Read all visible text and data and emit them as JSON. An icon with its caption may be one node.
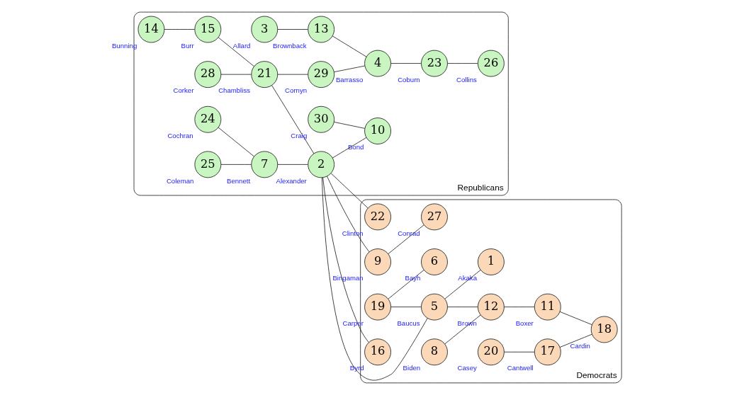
{
  "diagram": {
    "nodes": [
      {
        "text": [
          "Republicans"
        ]
      },
      {
        "text": [
          "Democrats"
        ]
      },
      {
        "text": [
          "14"
        ],
        "beside": [
          "Bunning"
        ],
        "in": 0
      },
      {
        "text": [
          "15"
        ],
        "beside": [
          "Burr"
        ],
        "in": 0
      },
      {
        "text": [
          "24"
        ],
        "beside": [
          "Cochran"
        ],
        "in": 0
      },
      {
        "text": [
          "25"
        ],
        "beside": [
          "Coleman"
        ],
        "in": 0
      },
      {
        "text": [
          "7"
        ],
        "beside": [
          "Bennett"
        ],
        "in": 0
      },
      {
        "text": [
          "28"
        ],
        "beside": [
          "Corker"
        ],
        "in": 0
      },
      {
        "text": [
          "21"
        ],
        "beside": [
          "Chambliss"
        ],
        "in": 0
      },
      {
        "text": [
          "2"
        ],
        "beside": [
          "Alexander"
        ],
        "in": 0
      },
      {
        "text": [
          "3"
        ],
        "beside": [
          "Allard"
        ],
        "in": 0
      },
      {
        "text": [
          "29"
        ],
        "beside": [
          "Cornyn"
        ],
        "in": 0
      },
      {
        "text": [
          "30"
        ],
        "beside": [
          "Craig"
        ],
        "in": 0
      },
      {
        "text": [
          "10"
        ],
        "beside": [
          "Bond"
        ],
        "in": 0
      },
      {
        "text": [
          "13"
        ],
        "beside": [
          "Brownback"
        ],
        "in": 0
      },
      {
        "text": [
          "4"
        ],
        "beside": [
          "Barrasso"
        ],
        "in": 0
      },
      {
        "text": [
          "23"
        ],
        "beside": [
          "Coburn"
        ],
        "in": 0
      },
      {
        "text": [
          "26"
        ],
        "beside": [
          "Collins"
        ],
        "in": 0
      },
      {
        "text": [
          "9"
        ],
        "beside": [
          "Bingaman"
        ],
        "in": 1
      },
      {
        "text": [
          "27"
        ],
        "beside": [
          "Conrad"
        ],
        "in": 1
      },
      {
        "text": [
          "16"
        ],
        "beside": [
          "Byrd"
        ],
        "in": 1
      },
      {
        "text": [
          "19"
        ],
        "beside": [
          "Carper"
        ],
        "in": 1
      },
      {
        "text": [
          "6"
        ],
        "beside": [
          "Bayh"
        ],
        "in": 1
      },
      {
        "text": [
          "22"
        ],
        "beside": [
          "Clinton"
        ],
        "in": 1
      },
      {
        "text": [
          "5"
        ],
        "beside": [
          "Baucus"
        ],
        "in": 1
      },
      {
        "text": [
          "1"
        ],
        "beside": [
          "Akaka"
        ],
        "in": 1
      },
      {
        "text": [
          "8"
        ],
        "beside": [
          "Biden"
        ],
        "in": 1
      },
      {
        "text": [
          "12"
        ],
        "beside": [
          "Brown"
        ],
        "in": 1
      },
      {
        "text": [
          "11"
        ],
        "beside": [
          "Boxer"
        ],
        "in": 1
      },
      {
        "text": [
          "20"
        ],
        "beside": [
          "Casey"
        ],
        "in": 1
      },
      {
        "text": [
          "17"
        ],
        "beside": [
          "Cantwell"
        ],
        "in": 1
      },
      {
        "text": [
          "18"
        ],
        "beside": [
          "Cardin"
        ],
        "in": 1
      }
    ],
    "edges": [
      {
        "from": 2,
        "to": 3,
        "arrow": "none"
      },
      {
        "from": 3,
        "to": 8,
        "arrow": "none"
      },
      {
        "from": 4,
        "to": 6,
        "arrow": "none"
      },
      {
        "from": 5,
        "to": 6,
        "arrow": "none"
      },
      {
        "from": 6,
        "to": 9,
        "arrow": "none"
      },
      {
        "from": 7,
        "to": 8,
        "arrow": "none"
      },
      {
        "from": 8,
        "to": 9,
        "arrow": "none"
      },
      {
        "from": 8,
        "to": 11,
        "arrow": "none"
      },
      {
        "from": 11,
        "to": 15,
        "arrow": "none"
      },
      {
        "from": 10,
        "to": 14,
        "arrow": "none"
      },
      {
        "from": 14,
        "to": 15,
        "arrow": "none"
      },
      {
        "from": 15,
        "to": 16,
        "arrow": "none"
      },
      {
        "from": 16,
        "to": 17,
        "arrow": "none"
      },
      {
        "from": 9,
        "to": 13,
        "arrow": "none"
      },
      {
        "from": 12,
        "to": 13,
        "arrow": "none"
      },
      {
        "from": 9,
        "to": 18,
        "arrow": "none"
      },
      {
        "from": 9,
        "to": 20,
        "arrow": "none"
      },
      {
        "from": 9,
        "to": 23,
        "arrow": "none"
      },
      {
        "from": 9,
        "to": 24,
        "arrow": "none"
      },
      {
        "from": 18,
        "to": 19,
        "arrow": "none"
      },
      {
        "from": 21,
        "to": 22,
        "arrow": "none"
      },
      {
        "from": 21,
        "to": 24,
        "arrow": "none"
      },
      {
        "from": 24,
        "to": 25,
        "arrow": "none"
      },
      {
        "from": 24,
        "to": 27,
        "arrow": "none"
      },
      {
        "from": 26,
        "to": 27,
        "arrow": "none"
      },
      {
        "from": 27,
        "to": 28,
        "arrow": "none"
      },
      {
        "from": 28,
        "to": 31,
        "arrow": "none"
      },
      {
        "from": 29,
        "to": 30,
        "arrow": "none"
      },
      {
        "from": 30,
        "to": 31,
        "arrow": "none"
      }
    ]
  }
}
